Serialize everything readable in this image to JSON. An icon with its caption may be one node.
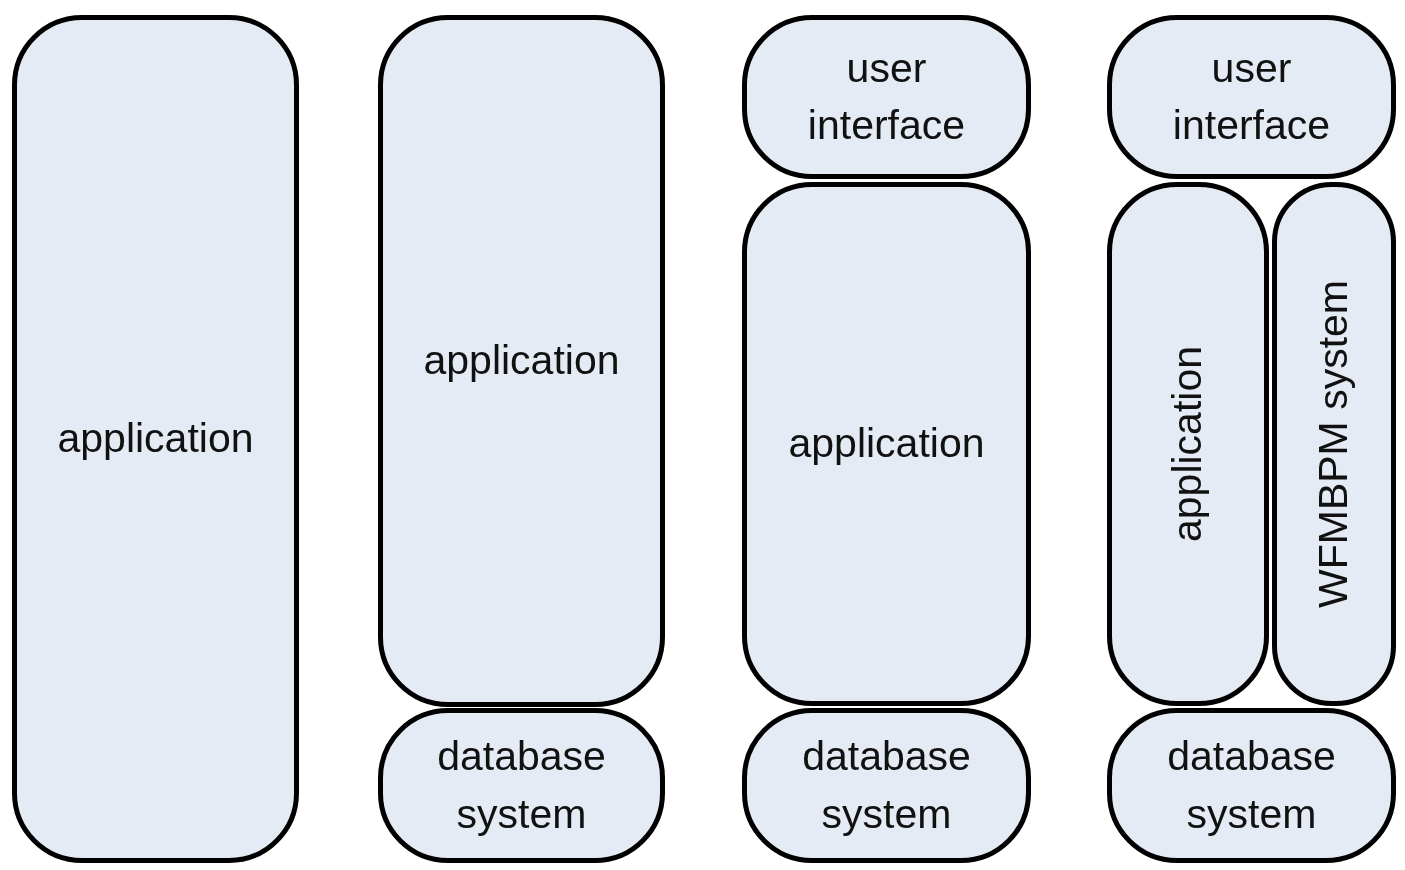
{
  "diagram": {
    "nodes": [
      {
        "text": [
          "application"
        ]
      },
      {
        "text": [
          "application"
        ]
      },
      {
        "text": [
          "database system"
        ]
      },
      {
        "text": [
          "user interface"
        ]
      },
      {
        "text": [
          "application"
        ]
      },
      {
        "text": [
          "database system"
        ]
      },
      {
        "text": [
          "user interface"
        ]
      },
      {
        "text": [
          "application"
        ]
      },
      {
        "text": [
          "WFMBPM system"
        ]
      },
      {
        "text": [
          "database system"
        ]
      }
    ]
  }
}
